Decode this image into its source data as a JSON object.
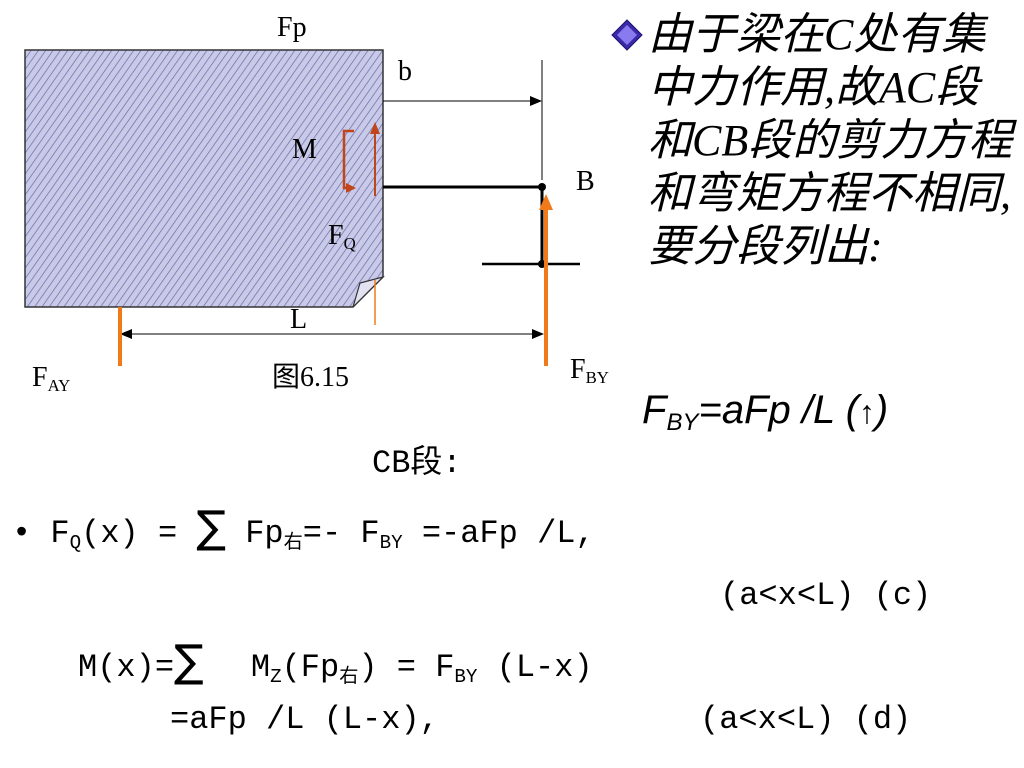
{
  "diagram": {
    "fp_label": "Fp",
    "b_label": "b",
    "m_label": "M",
    "b_point_label": "B",
    "fq_main": "F",
    "fq_sub": "Q",
    "l_label": "L",
    "fay_main": "F",
    "fay_sub": "AY",
    "fby_main": "F",
    "fby_sub": "BY",
    "caption": "图6.15",
    "colors": {
      "arrow": "#f07a1a",
      "bracket": "#c0451a",
      "sheet_fill": "#c9c9e8",
      "hatch": "#6a6aa8"
    }
  },
  "explanation": {
    "text": "由于梁在C处有集中力作用,故AC段和CB段的剪力方程和弯矩方程不相同,要分段列出:",
    "bullet_icon": "diamond-bullet-icon"
  },
  "reaction": {
    "f": "F",
    "sub": "BY",
    "rest": "=aFp /L (",
    "arrow_glyph": "↑",
    "close": ")"
  },
  "equations": {
    "section_title": "CB段:",
    "bullet": "•",
    "fq_f": "F",
    "fq_sub": "Q",
    "fq_x": "(x) =",
    "sigma": "∑",
    "fq_fp": "Fp",
    "fq_fp_sub": "右",
    "fq_mid": "=- F",
    "fq_by": "BY",
    "fq_end": "=-aFp /L,",
    "range_c": "(a<x<L) (c)",
    "m_start": "M(x)=",
    "m_mz": "M",
    "m_z": "Z",
    "m_fp": "(Fp",
    "m_fp_sub": "右",
    "m_mid": ") = F",
    "m_by": "BY",
    "m_end": "(L-x)",
    "m2": "=aFp /L (L-x),",
    "range_d": "(a<x<L)  (d)"
  }
}
